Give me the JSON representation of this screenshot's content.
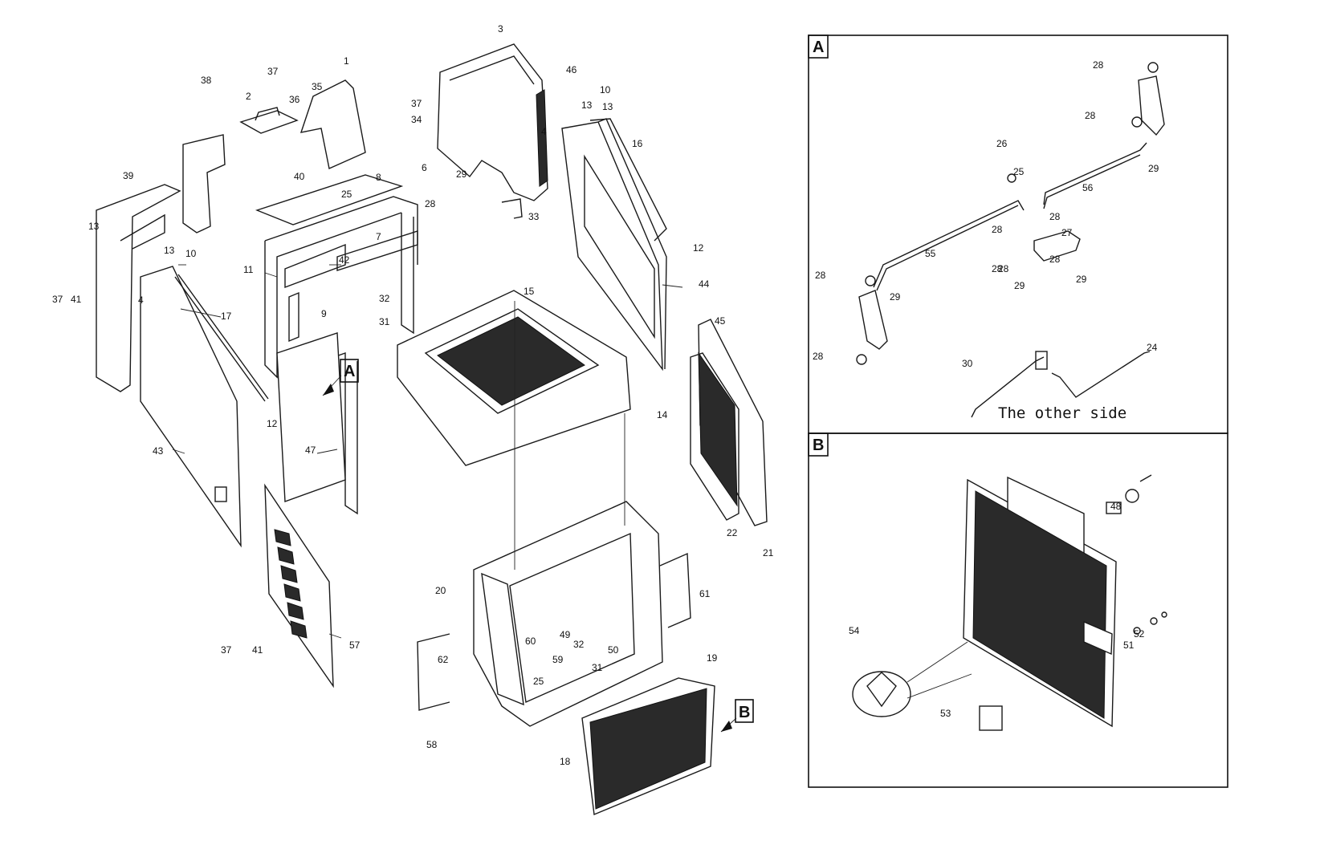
{
  "panels": {
    "a": {
      "label": "A",
      "note": "The other side"
    },
    "b": {
      "label": "B"
    }
  },
  "pointers": {
    "a": "A",
    "b": "B"
  },
  "callouts_main": [
    "1",
    "2",
    "3",
    "4",
    "4",
    "6",
    "7",
    "8",
    "9",
    "10",
    "10",
    "11",
    "12",
    "12",
    "13",
    "13",
    "13",
    "13",
    "14",
    "15",
    "16",
    "17",
    "18",
    "19",
    "20",
    "21",
    "22",
    "25",
    "25",
    "28",
    "29",
    "31",
    "31",
    "32",
    "32",
    "33",
    "34",
    "35",
    "36",
    "37",
    "37",
    "37",
    "37",
    "38",
    "39",
    "40",
    "41",
    "41",
    "42",
    "43",
    "44",
    "45",
    "46",
    "47",
    "49",
    "50",
    "57",
    "58",
    "59",
    "60",
    "61",
    "62"
  ],
  "callouts_a": [
    "28",
    "28",
    "28",
    "28",
    "28",
    "28",
    "28",
    "28",
    "28",
    "26",
    "25",
    "29",
    "29",
    "29",
    "29",
    "56",
    "55",
    "27",
    "24",
    "30"
  ],
  "callouts_b": [
    "48",
    "52",
    "51",
    "54",
    "53"
  ]
}
